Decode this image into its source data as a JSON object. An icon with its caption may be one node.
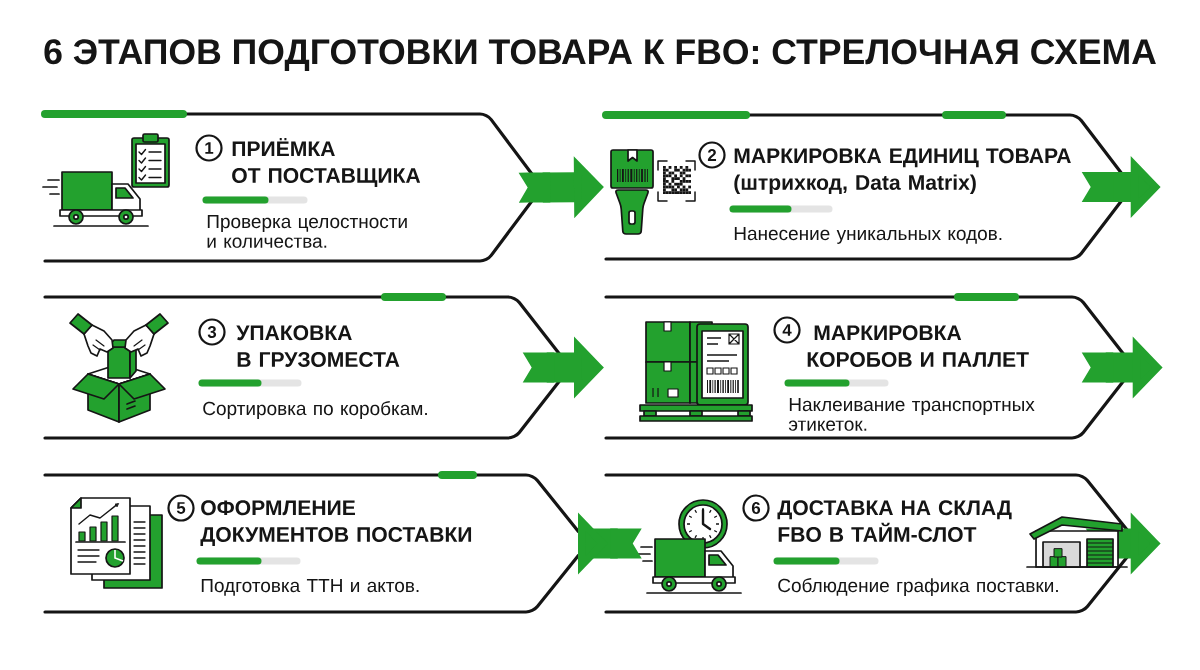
{
  "diagram": {
    "title": "6 ЭТАПОВ ПОДГОТОВКИ ТОВАРА К FBO: СТРЕЛОЧНАЯ СХЕМА",
    "nodes": [
      {
        "text": [
          "1",
          "ПРИЁМКА ОТ ПОСТАВЩИКА",
          "Проверка целостности и количества."
        ]
      },
      {
        "text": [
          "2",
          "МАРКИРОВКА ЕДИНИЦ ТОВАРА (штрихкод, Data Matrix)",
          "Нанесение уникальных кодов."
        ]
      },
      {
        "text": [
          "3",
          "УПАКОВКА В ГРУЗОМЕСТА",
          "Сортировка по коробкам."
        ]
      },
      {
        "text": [
          "4",
          "МАРКИРОВКА КОРОБОВ И ПАЛЛЕТ",
          "Наклеивание транспортных этикеток."
        ]
      },
      {
        "text": [
          "5",
          "ОФОРМЛЕНИЕ ДОКУМЕНТОВ ПОСТАВКИ",
          "Подготовка ТТН и актов."
        ]
      },
      {
        "text": [
          "6",
          "ДОСТАВКА НА СКЛАД FBO В ТАЙМ-СЛОТ",
          "Соблюдение графика поставки."
        ]
      }
    ],
    "edges": [
      {
        "from": 0,
        "to": 1,
        "arrow": "to"
      },
      {
        "from": 1,
        "to": null,
        "arrow": "to"
      },
      {
        "from": 2,
        "to": 3,
        "arrow": "to"
      },
      {
        "from": 3,
        "to": null,
        "arrow": "to"
      },
      {
        "from": 4,
        "to": 5,
        "arrow": "to"
      },
      {
        "from": 5,
        "to": null,
        "arrow": "to"
      }
    ]
  }
}
